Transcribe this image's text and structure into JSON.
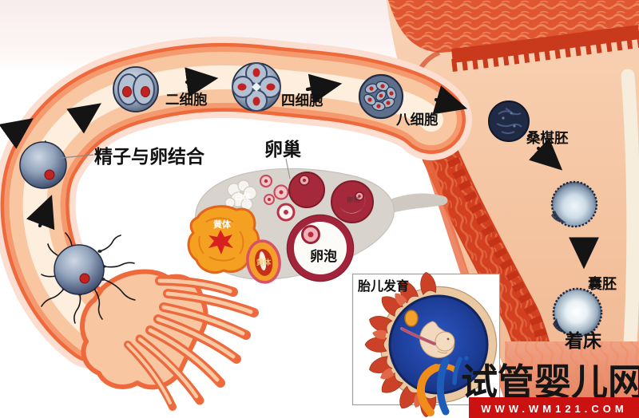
{
  "diagram": {
    "stages": [
      {
        "id": "fertilization",
        "label": "精子与卵结合"
      },
      {
        "id": "two_cell",
        "label": "二细胞"
      },
      {
        "id": "four_cell",
        "label": "四细胞"
      },
      {
        "id": "eight_cell",
        "label": "八细胞"
      },
      {
        "id": "morula",
        "label": "桑椹胚"
      },
      {
        "id": "blastocyst",
        "label": "囊胚"
      },
      {
        "id": "implantation",
        "label": "着床"
      }
    ],
    "ovary": {
      "label": "卵巢",
      "corpus_albicans": "白体",
      "corpus_luteum": "黄体",
      "corpus_luteum_early": "黄体",
      "follicle": "卵泡",
      "follicle_small": "卵泡"
    },
    "inset": {
      "title": "胎儿发育"
    },
    "watermark": {
      "site_name": "试管婴儿网",
      "url": "WWW.WM121.COM"
    }
  },
  "colors": {
    "tube_edge": "#ee6a3c",
    "tube_fill": "#f8c7a2",
    "uterus_wall": "#df5630",
    "endometrium": "#c93a1c",
    "cavity": "#f4c29e",
    "cell_body": "#8da0b8",
    "cell_nucleus": "#c32222",
    "ovary_fill": "#d8d4cd",
    "corpus_luteum": "#f4a020",
    "follicle_ring": "#a2243a",
    "amniotic_sac": "#1c3e9a",
    "banner_red": "#cc1111",
    "label_text": "#111111"
  }
}
